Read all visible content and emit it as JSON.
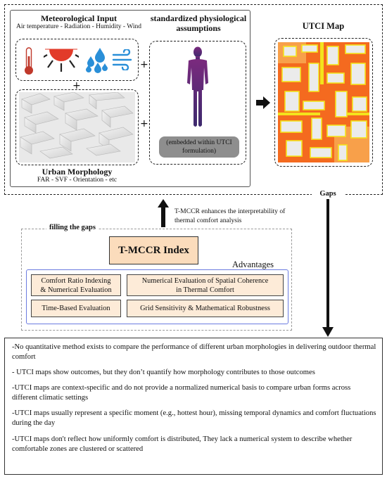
{
  "meteorological": {
    "title": "Meteorological Input",
    "subtitle": "Air temperature - Radiation - Humidity - Wind",
    "icons": [
      "thermometer-icon",
      "sun-icon",
      "water-drops-icon",
      "wind-icon"
    ]
  },
  "physiological": {
    "title_line1": "standardized physiological",
    "title_line2": "assumptions",
    "note_line1": "(embedded within UTCI",
    "note_line2": "formulation)"
  },
  "morphology": {
    "title": "Urban Morphology",
    "subtitle": "FAR - SVF - Orientation - etc"
  },
  "utci_map": {
    "title": "UTCI Map"
  },
  "operators": {
    "plus": "+"
  },
  "gaps_label": "Gaps",
  "tmccr_note": {
    "line1": "T-MCCR enhances the interpretability of",
    "line2": "thermal comfort analysis"
  },
  "filling": {
    "title": "filling the gaps"
  },
  "index": {
    "label": "T-MCCR Index"
  },
  "advantages": {
    "title": "Advantages",
    "items": [
      {
        "line1": "Comfort Ratio Indexing",
        "line2": "& Numerical Evaluation"
      },
      {
        "line1": "Numerical Evaluation of Spatial Coherence",
        "line2": "in Thermal Comfort"
      },
      {
        "line1": "Time-Based Evaluation",
        "line2": ""
      },
      {
        "line1": "Grid Sensitivity & Mathematical Robustness",
        "line2": ""
      }
    ]
  },
  "gaps": [
    "-No quantitative method exists to compare the performance of different urban morphologies in delivering outdoor thermal comfort",
    "- UTCI maps show outcomes, but they don’t quantify how morphology contributes to those outcomes",
    "-UTCI maps are context-specific and do not provide a normalized numerical basis to compare urban forms across different climatic settings",
    "-UTCI maps usually represent a specific moment (e.g., hottest hour), missing temporal dynamics and comfort fluctuations during the day",
    "-UTCI maps don't reflect how uniformly comfort is distributed, They lack a numerical system to describe whether comfortable zones are clustered or scattered"
  ],
  "colors": {
    "map_orange": "#f46a1f",
    "map_yellow": "#f3e31c",
    "index_fill": "#fbdcbc",
    "advantage_fill": "#fdebd8",
    "advantage_border": "#6b7be0",
    "body_purple": "#5a2a7a",
    "sun_red": "#e23b2a",
    "drop_blue": "#2a8fd8"
  }
}
